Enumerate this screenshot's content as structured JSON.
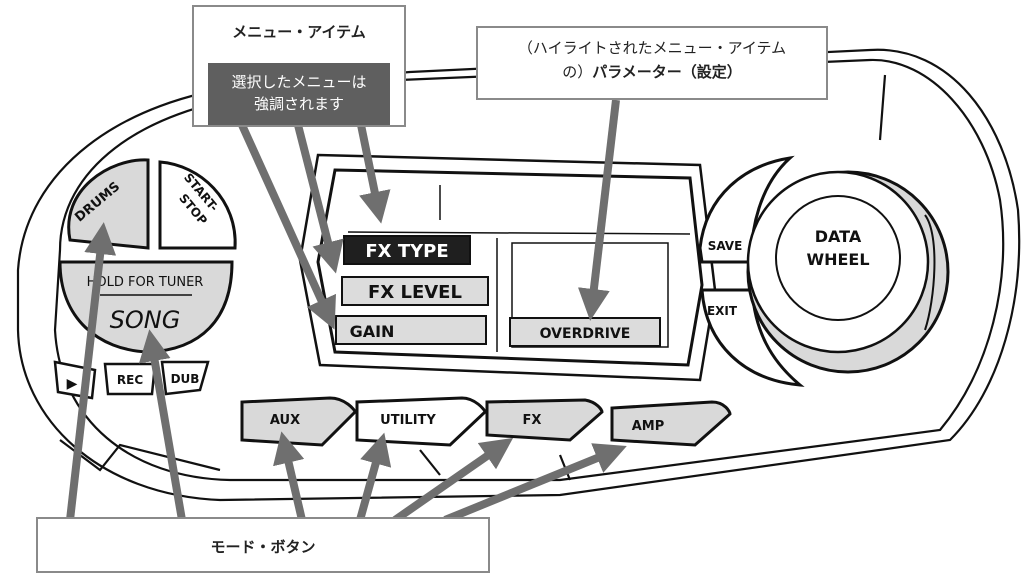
{
  "callouts": {
    "menu_item_title": "メニュー・アイテム",
    "menu_selected_line1": "選択したメニューは",
    "menu_selected_line2": "強調されます",
    "param_line1": "（ハイライトされたメニュー・アイテム",
    "param_line2_normal": "の）",
    "param_line2_bold": "パラメーター（設定）",
    "mode_buttons": "モード・ボタン"
  },
  "buttons": {
    "drums": "DRUMS",
    "start_stop_1": "START-",
    "start_stop_2": "STOP",
    "hold_for_tuner": "HOLD FOR TUNER",
    "song": "SONG",
    "play_symbol": "▶",
    "rec": "REC",
    "dub": "DUB",
    "save": "SAVE",
    "exit": "EXIT",
    "data_wheel_1": "DATA",
    "data_wheel_2": "WHEEL",
    "aux": "AUX",
    "utility": "UTILITY",
    "fx": "FX",
    "amp": "AMP"
  },
  "display": {
    "fx_type": "FX TYPE",
    "fx_level": "FX LEVEL",
    "gain": "GAIN",
    "overdrive": "OVERDRIVE"
  },
  "colors": {
    "arrow": "#6f6f6f",
    "highlight": "#1f1f1f",
    "button_fill": "#d9d9d9",
    "callout_dark": "#5f5f5f"
  }
}
